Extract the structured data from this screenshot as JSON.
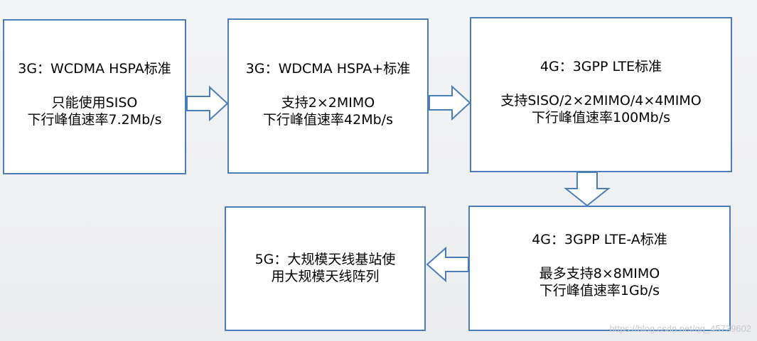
{
  "boxes": [
    {
      "title": "3G：WCDMA HSPA标准",
      "lines": [
        "只能使用SISO",
        "下行峰值速率7.2Mb/s"
      ]
    },
    {
      "title": "3G：WDCMA HSPA+标准",
      "lines": [
        "支持2×2MIMO",
        "下行峰值速率42Mb/s"
      ]
    },
    {
      "title": "4G：3GPP LTE标准",
      "lines": [
        "支持SISO/2×2MIMO/4×4MIMO",
        "下行峰值速率100Mb/s"
      ]
    },
    {
      "lines": [
        "5G：大规模天线基站使",
        "用大规模天线阵列"
      ]
    },
    {
      "title": "4G：3GPP LTE-A标准",
      "lines": [
        "最多支持8×8MIMO",
        "下行峰值速率1Gb/s"
      ]
    }
  ],
  "colors": {
    "box_border": "#4a7ebb",
    "box_fill": "#ffffff",
    "background": "#eeeff1"
  },
  "watermark": "https://blog.csdn.net/qq_45739602"
}
